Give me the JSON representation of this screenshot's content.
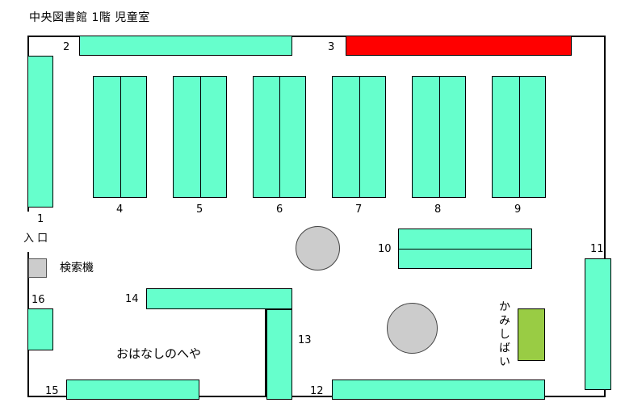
{
  "title": "中央図書館 1階 児童室",
  "labels": {
    "n1": "1",
    "n2": "2",
    "n3": "3",
    "n4": "4",
    "n5": "5",
    "n6": "6",
    "n7": "7",
    "n8": "8",
    "n9": "9",
    "n10": "10",
    "n11": "11",
    "n12": "12",
    "n13": "13",
    "n14": "14",
    "n15": "15",
    "n16": "16"
  },
  "entrance": "入 口",
  "search_terminal": "検索機",
  "story_room": "おはなしのへや",
  "kamishibai": "かみしばい",
  "colors": {
    "shelf": "#66ffcc",
    "highlight_shelf": "#ff0000",
    "kamishibai_shelf": "#99cc44",
    "table": "#cccccc"
  }
}
